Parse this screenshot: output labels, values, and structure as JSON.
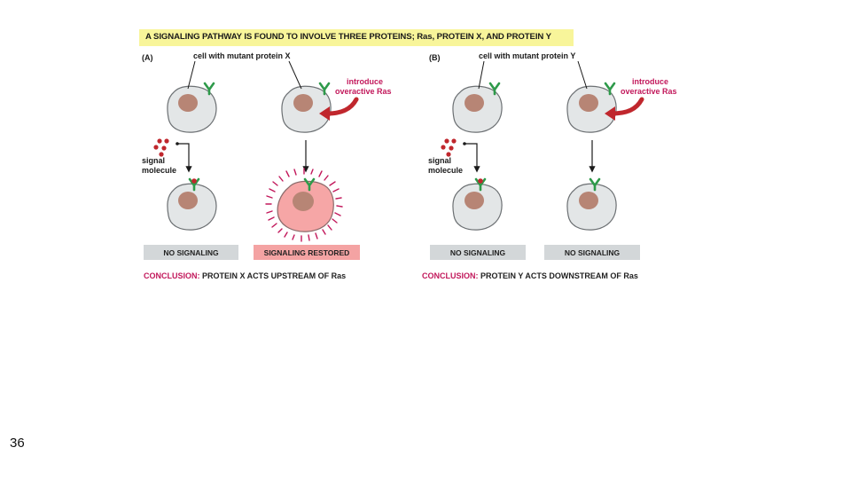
{
  "title": "A SIGNALING PATHWAY IS FOUND TO INVOLVE THREE PROTEINS; Ras, PROTEIN X, AND PROTEIN Y",
  "panel_a": {
    "label": "(A)",
    "cell_label": "cell with mutant protein X",
    "intro_line1": "introduce",
    "intro_line2": "overactive Ras",
    "signal_line1": "signal",
    "signal_line2": "molecule",
    "outcome_left": "NO SIGNALING",
    "outcome_right": "SIGNALING RESTORED",
    "conclusion_key": "CONCLUSION:",
    "conclusion_text": " PROTEIN X ACTS UPSTREAM OF Ras"
  },
  "panel_b": {
    "label": "(B)",
    "cell_label": "cell with mutant protein Y",
    "intro_line1": "introduce",
    "intro_line2": "overactive Ras",
    "signal_line1": "signal",
    "signal_line2": "molecule",
    "outcome_left": "NO SIGNALING",
    "outcome_right": "NO SIGNALING",
    "conclusion_key": "CONCLUSION:",
    "conclusion_text": " PROTEIN Y ACTS DOWNSTREAM OF Ras"
  },
  "page_number": "36",
  "colors": {
    "title_band": "#f8f59a",
    "cell_fill": "#e3e6e7",
    "cell_stroke": "#6c7073",
    "nucleus": "#b78575",
    "receptor": "#2e9a4a",
    "signal_dot": "#c0272d",
    "accent_magenta": "#c2185b",
    "restored_cell": "#f6a6a6",
    "restored_box": "#f4a3a3",
    "none_box": "#d3d7d9"
  }
}
